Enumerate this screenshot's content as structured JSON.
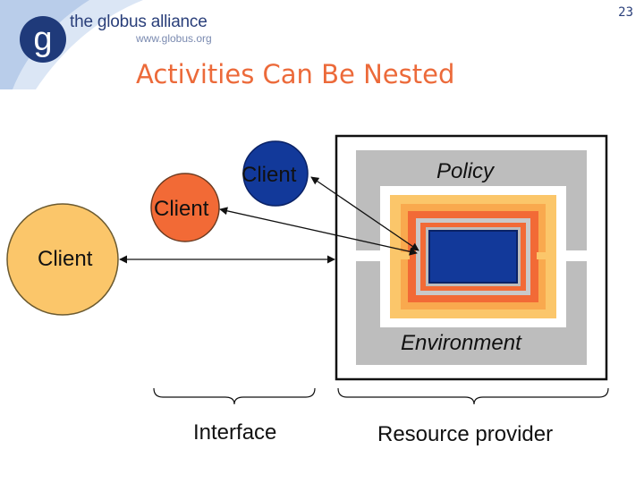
{
  "header": {
    "logo_title": "the globus alliance",
    "logo_url": "www.globus.org",
    "logo_letter": "g",
    "page_number": "23"
  },
  "slide": {
    "title": "Activities Can Be Nested"
  },
  "diagram": {
    "clients": [
      {
        "label": "Client",
        "color": "#fbc66a"
      },
      {
        "label": "Client",
        "color": "#f26a36"
      },
      {
        "label": "Client",
        "color": "#12399a"
      }
    ],
    "policy_label": "Policy",
    "environment_label": "Environment",
    "interface_label": "Interface",
    "resource_provider_label": "Resource provider"
  },
  "colors": {
    "title": "#ec6a3a",
    "logo_blue": "#2a3f7a",
    "frame_gray": "#bdbdbd",
    "light_orange": "#fbc66a",
    "orange": "#f26a36",
    "core_blue": "#12399a"
  }
}
